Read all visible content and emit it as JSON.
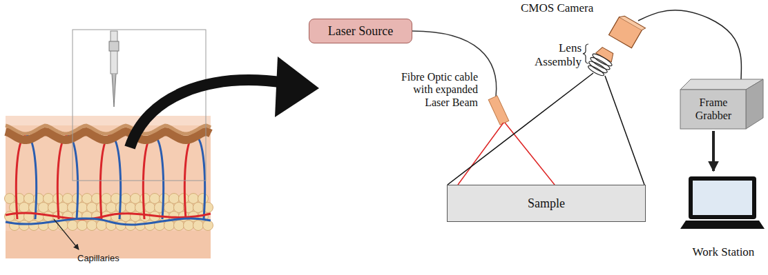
{
  "diagram": {
    "nodes": [
      {
        "text": [
          "Laser Source"
        ]
      },
      {
        "text": [
          "CMOS Camera"
        ]
      },
      {
        "text": [
          "Frame Grabber"
        ]
      },
      {
        "text": [
          "Sample"
        ]
      },
      {
        "text": [
          "Work Station"
        ]
      }
    ],
    "edges": [
      {
        "from": 1,
        "to": 2,
        "arrow": "none"
      },
      {
        "from": 2,
        "to": 4,
        "arrow": "to"
      }
    ],
    "labels": [
      "Lens Assembly",
      "Fibre Optic cable with expanded Laser Beam",
      "Capillaries"
    ]
  }
}
